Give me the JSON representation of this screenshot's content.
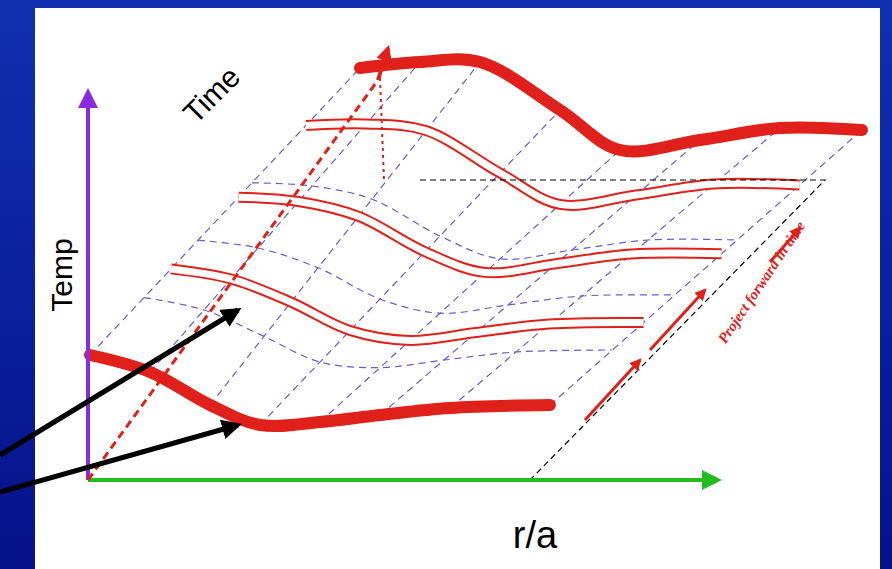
{
  "diagram": {
    "labels": [
      "Temp",
      "Time",
      "r/a",
      "Project forward in time"
    ]
  }
}
